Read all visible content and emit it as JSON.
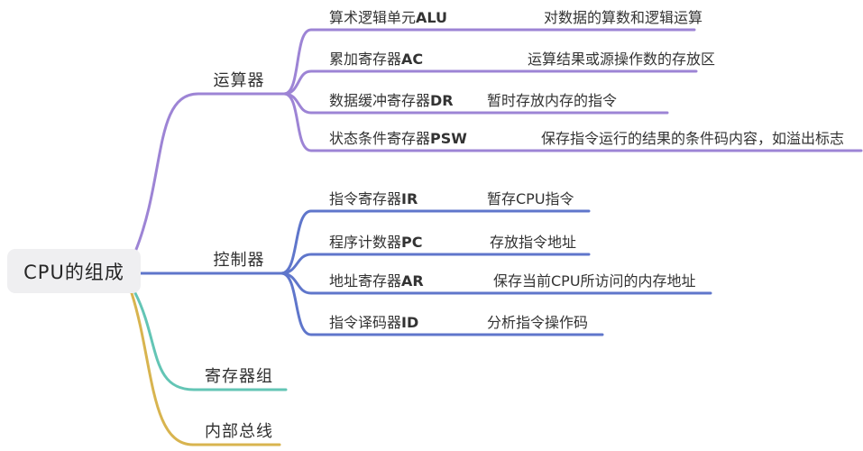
{
  "root": {
    "label": "CPU的组成"
  },
  "colors": {
    "branch_operator": "#9d84d5",
    "branch_controller": "#5f76cb",
    "branch_registers": "#63c5b5",
    "branch_bus": "#d8b44f",
    "root_bg": "#efeff1",
    "text": "#333333"
  },
  "branches": [
    {
      "label": "运算器",
      "color": "#9d84d5",
      "children": [
        {
          "term": "算术逻辑单元",
          "abbr": "ALU",
          "desc": "对数据的算数和逻辑运算"
        },
        {
          "term": "累加寄存器",
          "abbr": "AC",
          "desc": "运算结果或源操作数的存放区"
        },
        {
          "term": "数据缓冲寄存器",
          "abbr": "DR",
          "desc": "暂时存放内存的指令"
        },
        {
          "term": "状态条件寄存器",
          "abbr": "PSW",
          "desc": "保存指令运行的结果的条件码内容，如溢出标志"
        }
      ]
    },
    {
      "label": "控制器",
      "color": "#5f76cb",
      "children": [
        {
          "term": "指令寄存器",
          "abbr": "IR",
          "desc": "暂存CPU指令"
        },
        {
          "term": "程序计数器",
          "abbr": "PC",
          "desc": "存放指令地址"
        },
        {
          "term": "地址寄存器",
          "abbr": "AR",
          "desc": "保存当前CPU所访问的内存地址"
        },
        {
          "term": "指令译码器",
          "abbr": "ID",
          "desc": "分析指令操作码"
        }
      ]
    },
    {
      "label": "寄存器组",
      "color": "#63c5b5",
      "children": []
    },
    {
      "label": "内部总线",
      "color": "#d8b44f",
      "children": []
    }
  ]
}
